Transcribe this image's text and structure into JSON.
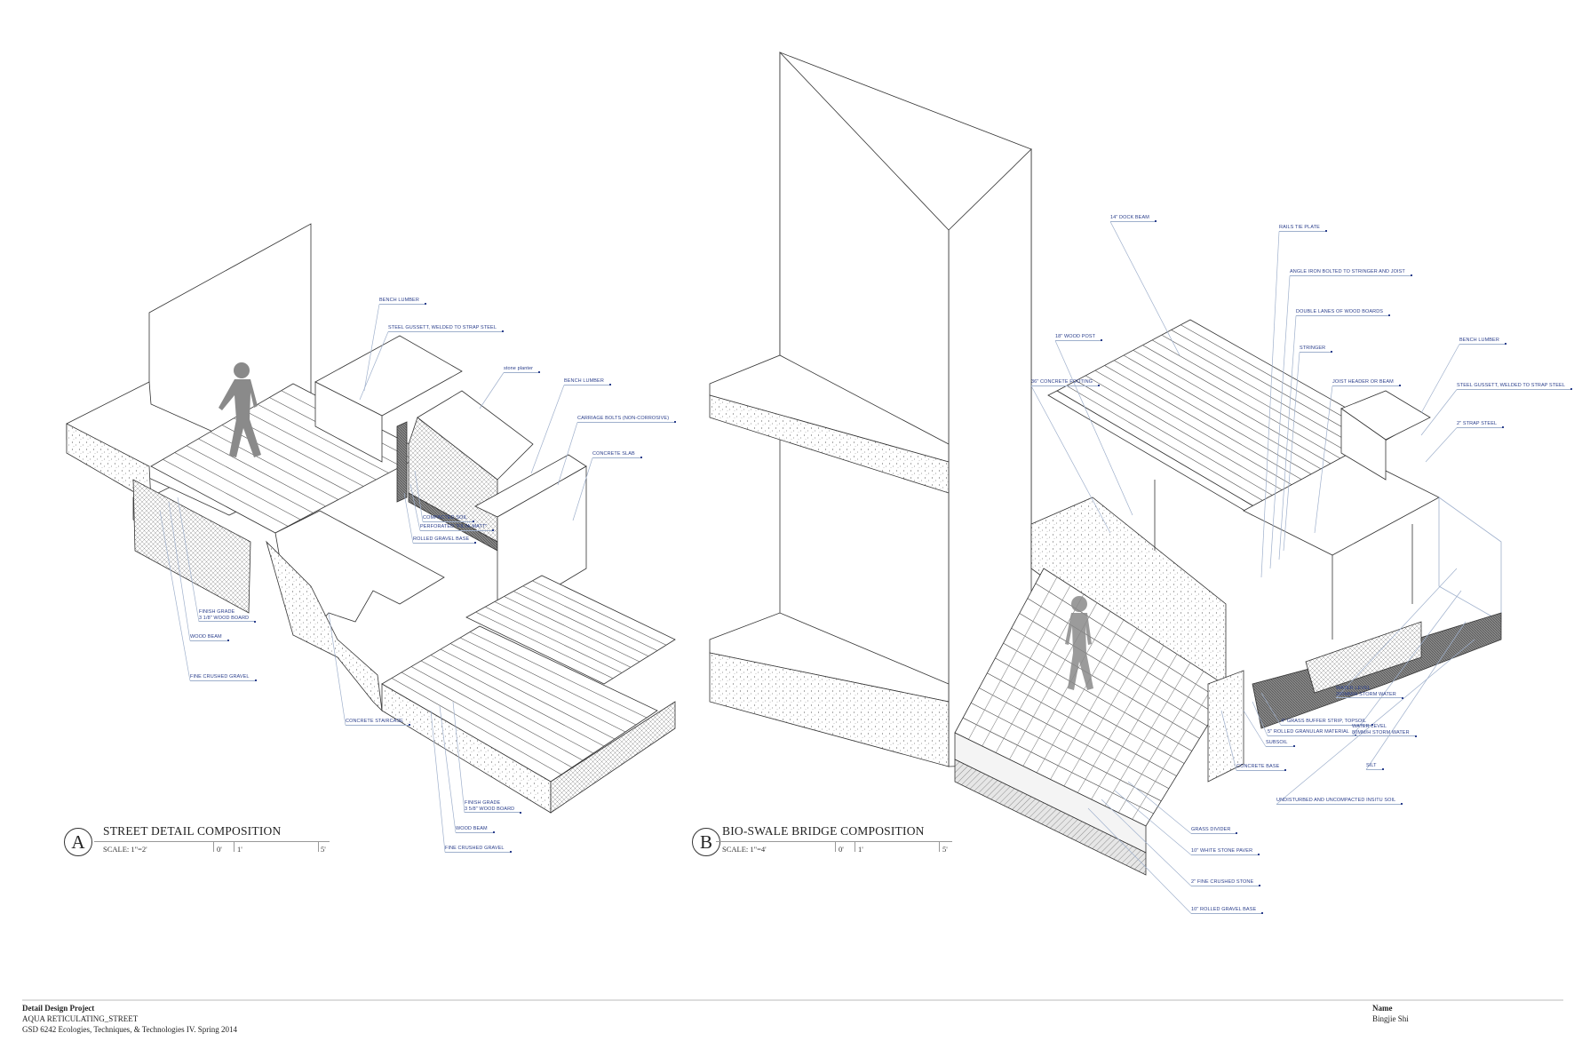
{
  "drawing_a": {
    "letter": "A",
    "title": "STREET DETAIL COMPOSITION",
    "scale": "SCALE: 1\"=2'",
    "scale_marks": [
      "0'",
      "1'",
      "5'"
    ],
    "labels": [
      "BENCH LUMBER",
      "STEEL GUSSETT, WELDED TO STRAP STEEL",
      "stone planter",
      "BENCH LUMBER",
      "CARRIAGE BOLTS (NON-CORROSIVE)",
      "CONCRETE SLAB",
      "COMPACTED SOIL",
      "PERFORATED \"FILTA-MATT\"",
      "ROLLED GRAVEL BASE",
      "FINISH GRADE\n3 1/8\" WOOD BOARD",
      "WOOD BEAM",
      "FINE CRUSHED GRAVEL",
      "CONCRETE STAIRCASE",
      "FINISH GRADE\n3 5/8\" WOOD BOARD",
      "WOOD BEAM",
      "FINE CRUSHED GRAVEL"
    ]
  },
  "drawing_b": {
    "letter": "B",
    "title": "BIO-SWALE BRIDGE COMPOSITION",
    "scale": "SCALE: 1\"=4'",
    "scale_marks": [
      "0'",
      "1'",
      "5'"
    ],
    "labels": [
      "14\" DOCK BEAM",
      "RAILS TIE PLATE",
      "ANGLE IRON BOLTED TO STRINGER AND JOIST",
      "DOUBLE LANES OF WOOD BOARDS",
      "STRINGER",
      "JOIST HEADER OR BEAM",
      "18\" WOOD POST",
      "36\" CONCRETE FOOTING",
      "BENCH LUMBER",
      "STEEL GUSSETT, WELDED TO STRAP STEEL",
      "2\" STRAP STEEL",
      "WATER LEVEL\n200MM/H STORM WATER",
      "4\" GRASS BUFFER STRIP, TOPSOIL",
      "5\" ROLLED GRANULAR MATERIAL",
      "SUBSOIL",
      "WATER LEVEL\n80MM/H STORM WATER",
      "CONCRETE BASE",
      "SILT",
      "UNDISTURBED AND UNCOMPACTED INSITU SOIL",
      "GRASS DIVIDER",
      "10\" WHITE STONE PAVER",
      "2\" FINE CRUSHED STONE",
      "10\" ROLLED GRAVEL BASE"
    ]
  },
  "footer": {
    "project": "Detail Design Project",
    "name_line": "AQUA RETICULATING_STREET",
    "course": "GSD 6242 Ecologies, Techniques, & Technologies IV. Spring 2014",
    "name_label": "Name",
    "name_value": "Bingjie Shi"
  },
  "colors": {
    "label": "#2b3f8c",
    "line": "#333333",
    "leader": "#9fb0cc",
    "figure": "#8a8a8a"
  }
}
